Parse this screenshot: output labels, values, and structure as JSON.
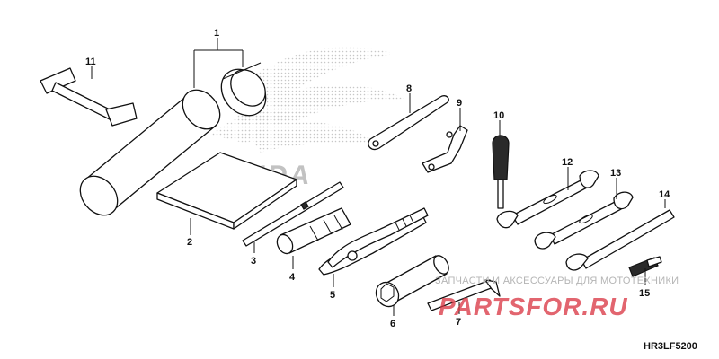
{
  "diagram": {
    "code": "HR3LF5200",
    "callouts": [
      "1",
      "2",
      "3",
      "4",
      "5",
      "6",
      "7",
      "8",
      "9",
      "10",
      "11",
      "12",
      "13",
      "14",
      "15"
    ]
  },
  "watermark": {
    "brand": "HONDA",
    "site_line": "ЗАПЧАСТИ И АКСЕССУАРЫ ДЛЯ МОТОТЕХНИКИ",
    "site_logo": "PARTSFOR.RU"
  },
  "colors": {
    "line": "#111111",
    "watermark_gray": "#b8b8b8",
    "watermark_red": "#d9323f"
  }
}
